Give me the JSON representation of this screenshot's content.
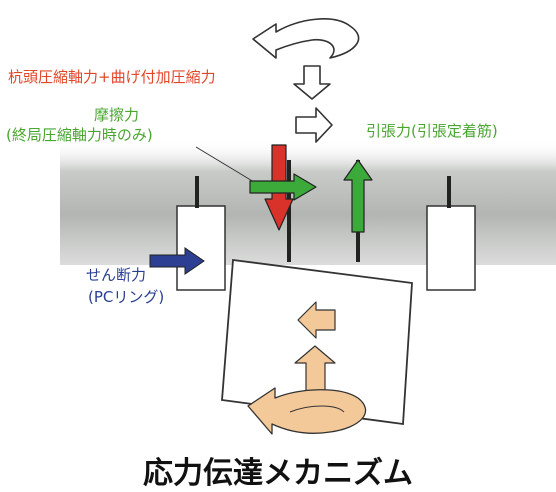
{
  "labels": {
    "compression": "杭頭圧縮軸力+曲げ付加圧縮力",
    "friction_line1": "摩擦力",
    "friction_line2": "(終局圧縮軸力時のみ)",
    "tension": "引張力(引張定着筋)",
    "shear_line1": "せん断力",
    "shear_line2": "(PCリング)",
    "caption": "応力伝達メカニズム"
  },
  "colors": {
    "compression_label": "#e2462a",
    "friction_label": "#4aa631",
    "tension_label": "#4aa631",
    "shear_label": "#2a3e92",
    "red_arrow": "#d8322a",
    "green_arrow": "#3caa3a",
    "blue_arrow": "#2c3f93",
    "tan_arrow": "#f4c99a",
    "concrete": "#b5b8b5"
  },
  "icons": {
    "curved_arrow_top": "curved-arrow-outline-icon",
    "down_arrow": "down-arrow-outline-icon",
    "right_arrow": "right-arrow-outline-icon",
    "red_down_arrow": "red-down-arrow-icon",
    "green_right_arrow": "green-right-arrow-icon",
    "green_up_arrow": "green-up-arrow-icon",
    "blue_right_arrow": "blue-right-arrow-icon",
    "tan_left_arrow": "tan-left-arrow-icon",
    "tan_up_arrow": "tan-up-arrow-icon",
    "tan_curved_arrow": "tan-curved-arrow-icon"
  }
}
